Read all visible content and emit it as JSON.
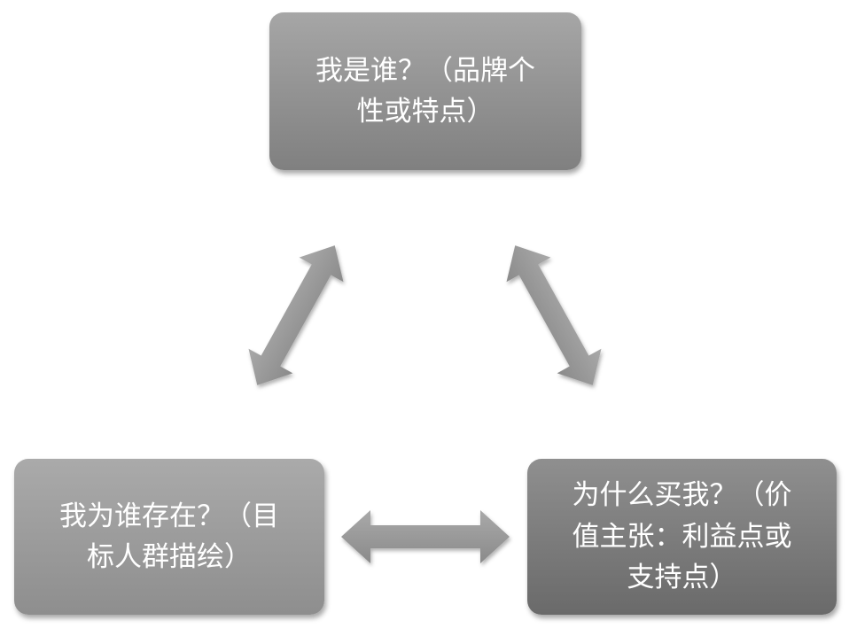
{
  "nodes": {
    "top": {
      "line1": "我是谁？（品牌个",
      "line2": "性或特点）"
    },
    "left": {
      "line1": "我为谁存在？（目",
      "line2": "标人群描绘）"
    },
    "right": {
      "line1": "为什么买我？（价",
      "line2": "值主张：利益点或",
      "line3": "支持点）"
    }
  },
  "colors": {
    "node_light": "#a6a6a6",
    "node_dark": "#6a6a6a",
    "arrow": "#9a9a9a",
    "text": "#ffffff",
    "background": "#ffffff"
  },
  "arrows": [
    {
      "from": "top",
      "to": "left",
      "type": "double-headed"
    },
    {
      "from": "top",
      "to": "right",
      "type": "double-headed"
    },
    {
      "from": "left",
      "to": "right",
      "type": "double-headed"
    }
  ]
}
